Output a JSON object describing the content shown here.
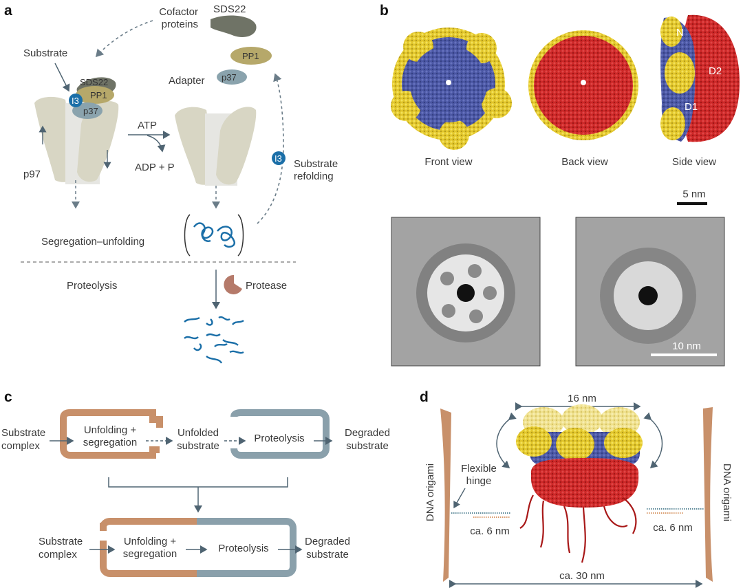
{
  "panels": [
    "a",
    "b",
    "c",
    "d"
  ],
  "a": {
    "cofactor_1": "Cofactor",
    "cofactor_2": "proteins",
    "sds22_top": "SDS22",
    "substrate": "Substrate",
    "sds22": "SDS22",
    "pp1": "PP1",
    "p37": "p37",
    "i3": "I3",
    "pp1_top": "PP1",
    "adapter": "Adapter",
    "p37_top": "p37",
    "p97": "p97",
    "atp": "ATP",
    "adp": "ADP + P",
    "refold_1": "Substrate",
    "refold_2": "refolding",
    "i3_small": "I3",
    "segregation": "Segregation–unfolding",
    "proteolysis": "Proteolysis",
    "protease": "Protease"
  },
  "b": {
    "front": "Front view",
    "back": "Back view",
    "side": "Side view",
    "n": "N",
    "d1": "D1",
    "d2": "D2",
    "scale_5": "5 nm",
    "scale_10": "10 nm"
  },
  "c": {
    "sub1a": "Substrate",
    "sub1b": "complex",
    "unf1a": "Unfolding +",
    "unf1b": "segregation",
    "unfa": "Unfolded",
    "unfb": "substrate",
    "prot1": "Proteolysis",
    "deg1a": "Degraded",
    "deg1b": "substrate",
    "sub2a": "Substrate",
    "sub2b": "complex",
    "unf2a": "Unfolding +",
    "unf2b": "segregation",
    "prot2": "Proteolysis",
    "deg2a": "Degraded",
    "deg2b": "substrate"
  },
  "d": {
    "width16": "16 nm",
    "hinge_a": "Flexible",
    "hinge_b": "hinge",
    "origami_l": "DNA origami",
    "origami_r": "DNA origami",
    "len_l": "ca. 6 nm",
    "len_r": "ca. 6 nm",
    "width30": "ca. 30 nm"
  },
  "colors": {
    "yellow": "#e8cf2c",
    "blue": "#4d5aa6",
    "red": "#cc2b2b",
    "tan": "#c8906a",
    "slate": "#8aa0ab",
    "substrate_blue": "#1b6fa8"
  }
}
